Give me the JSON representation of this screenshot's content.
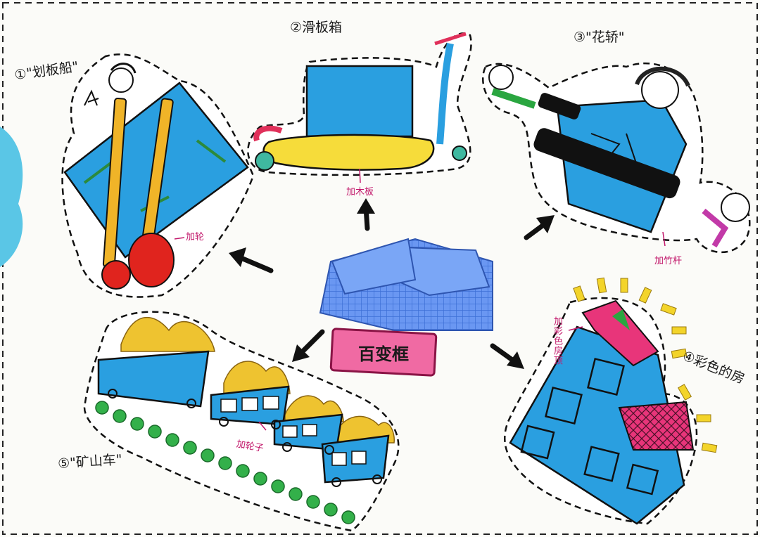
{
  "center": {
    "label": "百变框"
  },
  "items": [
    {
      "name": "①\"划板船\"",
      "note": "加轮"
    },
    {
      "name": "②滑板箱",
      "note": "加木板"
    },
    {
      "name": "③\"花轿\"",
      "note": "加竹杆"
    },
    {
      "name": "④彩色的房",
      "note": "加彩色房顶"
    },
    {
      "name": "⑤\"矿山车\"",
      "note": "加轮子"
    }
  ],
  "colors": {
    "paint_blue": "#2a9fe0",
    "crate_blue": "#5e8ff0",
    "label_pink": "#f06aa3",
    "note_pink": "#c2186b",
    "ink": "#111111"
  }
}
